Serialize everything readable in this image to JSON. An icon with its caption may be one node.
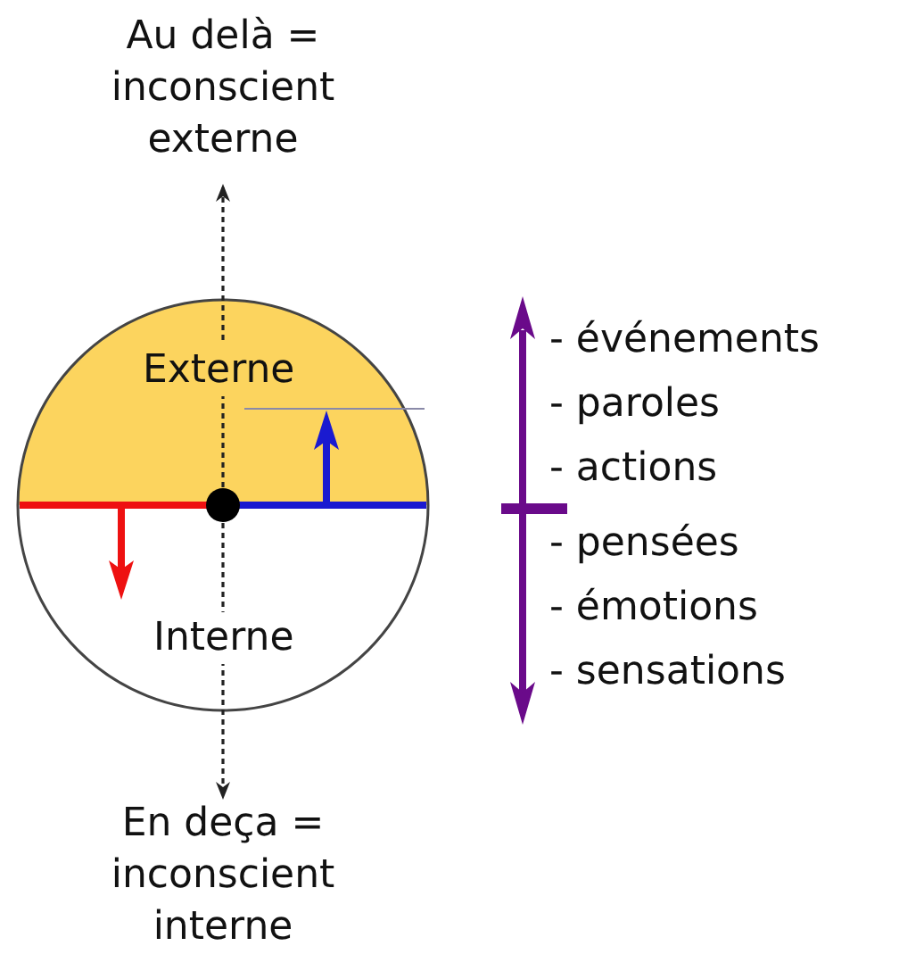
{
  "diagram": {
    "nodes": [
      {
        "text": [
          "Au delà = inconscient externe"
        ]
      },
      {
        "text": [],
        "shape": "circle"
      },
      {
        "text": [
          "En deça = inconscient interne"
        ]
      }
    ],
    "edges": [
      {
        "from": 1,
        "to": 0,
        "arrow": "to",
        "style": "dashed"
      },
      {
        "from": 1,
        "to": 2,
        "arrow": "to",
        "style": "dashed"
      }
    ],
    "labels": [
      "Externe",
      "Interne",
      "- événements",
      "- paroles",
      "- actions",
      "- pensées",
      "- émotions",
      "- sensations"
    ]
  }
}
